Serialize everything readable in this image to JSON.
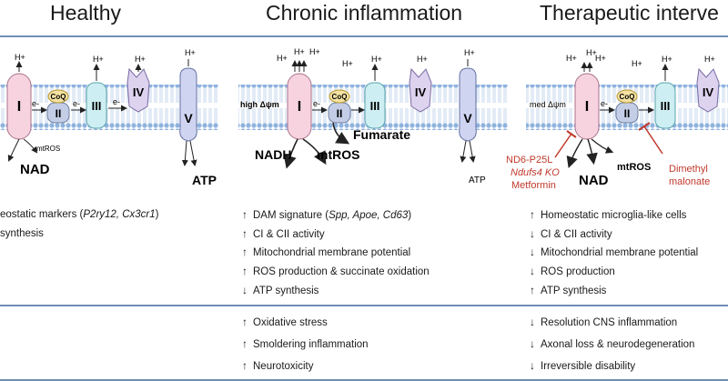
{
  "headers": {
    "healthy": "Healthy",
    "chronic": "Chronic inflammation",
    "therapeutic": "Therapeutic interve"
  },
  "complexes": {
    "c1": "I",
    "c2": "II",
    "c3": "III",
    "c4": "IV",
    "c5": "V",
    "coq": "CoQ"
  },
  "symbols": {
    "hplus": "H+",
    "electron": "e-",
    "up": "↑",
    "down": "↓"
  },
  "healthy_panel": {
    "nad": "NAD",
    "mtros": "mtROS",
    "atp": "ATP"
  },
  "chronic_panel": {
    "membrane_potential": "high Δψm",
    "nadh": "NADH",
    "mtros": "mtROS",
    "fumarate": "Fumarate",
    "atp": "ATP"
  },
  "therapeutic_panel": {
    "membrane_potential": "med Δψm",
    "nad": "NAD",
    "mtros": "mtROS",
    "inhibitors_left": [
      "ND6-P25L",
      "Ndufs4 KO",
      "Metformin"
    ],
    "inhibitor_right": [
      "Dimethyl",
      "malonate"
    ]
  },
  "healthy_list": {
    "line1_prefix": "eostatic markers (",
    "line1_italic": "P2ry12, Cx3cr1",
    "line1_suffix": ")",
    "line2": "synthesis"
  },
  "chronic_list": {
    "dam_prefix": "DAM signature (",
    "dam_italic": "Spp, Apoe, Cd63",
    "dam_suffix": ")",
    "items": [
      "CI & CII activity",
      "Mitochondrial membrane potential",
      "ROS production & succinate oxidation",
      "ATP synthesis"
    ]
  },
  "therapeutic_list": {
    "items": [
      "Homeostatic microglia-like cells",
      "CI & CII activity",
      "Mitochondrial membrane potential",
      "ROS production",
      "ATP synthesis"
    ]
  },
  "outcomes_chronic": [
    "Oxidative stress",
    "Smoldering inflammation",
    "Neurotoxicity"
  ],
  "outcomes_therapeutic": [
    "Resolution CNS inflammation",
    "Axonal loss & neurodegeneration",
    "Irreversible disability"
  ],
  "colors": {
    "rule": "#6f8fb4",
    "inhibitor": "#c0392b",
    "c1": "#f7d3e0",
    "c2": "#c3cde6",
    "c3": "#cdeef2",
    "c4": "#ddd3ef",
    "c5": "#cfd5f1",
    "coq": "#f4e2a3"
  }
}
